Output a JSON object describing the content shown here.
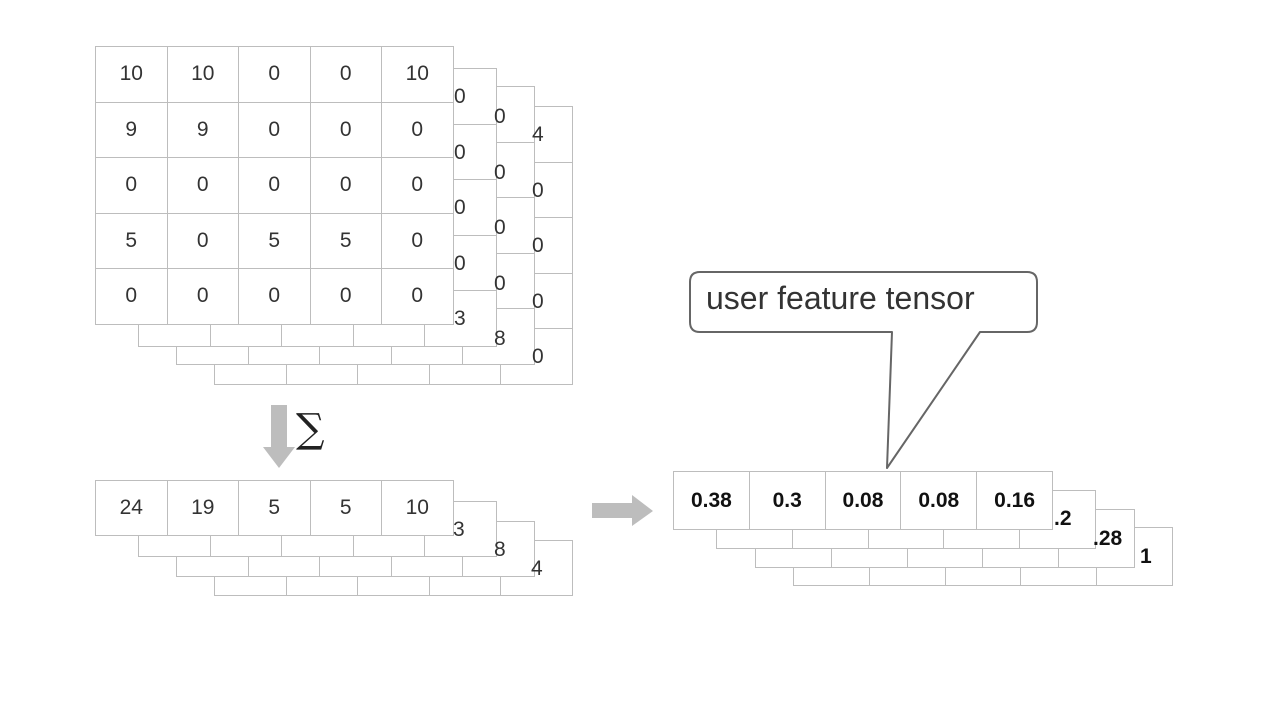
{
  "main_matrix": {
    "rows": [
      [
        "10",
        "10",
        "0",
        "0",
        "10"
      ],
      [
        "9",
        "9",
        "0",
        "0",
        "0"
      ],
      [
        "0",
        "0",
        "0",
        "0",
        "0"
      ],
      [
        "5",
        "0",
        "5",
        "5",
        "0"
      ],
      [
        "0",
        "0",
        "0",
        "0",
        "0"
      ]
    ],
    "layer2_edge": [
      "0",
      "0",
      "0",
      "0",
      "3"
    ],
    "layer3_edge": [
      "0",
      "0",
      "0",
      "0",
      "8"
    ],
    "layer4_edge": [
      "4",
      "0",
      "0",
      "0",
      "0"
    ]
  },
  "sum_operator": {
    "symbol": "∑",
    "icon": "down-arrow-icon"
  },
  "summed_row": {
    "values": [
      "24",
      "19",
      "5",
      "5",
      "10"
    ],
    "layer2_edge": "3",
    "layer3_edge": "8",
    "layer4_edge": "4"
  },
  "transform_arrow": {
    "icon": "right-arrow-icon"
  },
  "feature_tensor": {
    "values": [
      "0.38",
      "0.3",
      "0.08",
      "0.08",
      "0.16"
    ],
    "layer2_edge": ".2",
    "layer3_edge": ".28",
    "layer4_edge": "1"
  },
  "callout": {
    "label": "user feature tensor"
  },
  "colors": {
    "grid_line": "#bdbdbd",
    "arrow_fill": "#bdbdbd",
    "callout_border": "#666666"
  }
}
